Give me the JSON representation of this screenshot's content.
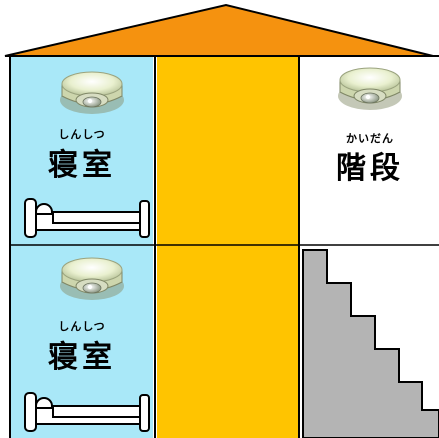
{
  "rooms": {
    "bedroom_upper": {
      "name": "寝室",
      "reading": "しんしつ"
    },
    "stairs_upper": {
      "name": "階段",
      "reading": "かいだん"
    },
    "bedroom_lower": {
      "name": "寝室",
      "reading": "しんしつ"
    }
  },
  "colors": {
    "roof": "#f5920f",
    "bedroom": "#a9e8f8",
    "hallway": "#ffc400",
    "stairs": "#b4b4b4",
    "outline": "#000000"
  },
  "icons": [
    "smoke-detector-icon",
    "bed-icon",
    "staircase-icon"
  ]
}
